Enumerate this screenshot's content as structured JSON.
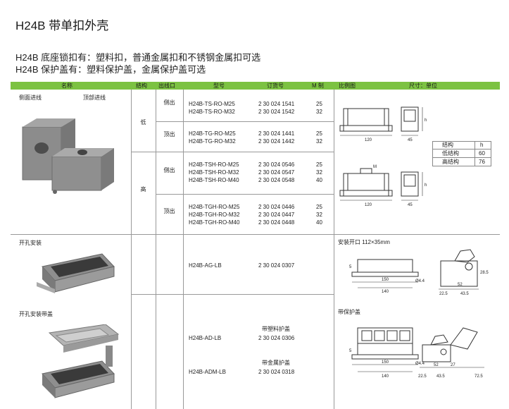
{
  "title": "H24B 带单扣外壳",
  "subtitle1": "H24B 底座锁扣有：塑料扣，普通金属扣和不锈钢金属扣可选",
  "subtitle2": "H24B 保护盖有：塑料保护盖，金属保护盖可选",
  "header": {
    "name": "名称",
    "structure": "结构",
    "outlet": "出线口",
    "model": "型号",
    "order": "订货号",
    "mthread": "M 制",
    "drawing": "比例图",
    "size": "尺寸：单位"
  },
  "row1": {
    "side_entry": "侧面进线",
    "top_entry": "顶部进线",
    "low": "低",
    "high": "高",
    "side": "侧出",
    "top": "顶出",
    "groups": [
      {
        "models": [
          "H24B-TS-RO-M25",
          "H24B-TS-RO-M32"
        ],
        "orders": [
          "2 30 024 1541",
          "2 30 024 1542"
        ],
        "m": [
          "25",
          "32"
        ]
      },
      {
        "models": [
          "H24B-TG-RO-M25",
          "H24B-TG-RO-M32"
        ],
        "orders": [
          "2 30 024 1441",
          "2 30 024 1442"
        ],
        "m": [
          "25",
          "32"
        ]
      },
      {
        "models": [
          "H24B-TSH-RO-M25",
          "H24B-TSH-RO-M32",
          "H24B-TSH-RO-M40"
        ],
        "orders": [
          "2 30 024 0546",
          "2 30 024 0547",
          "2 30 024 0548"
        ],
        "m": [
          "25",
          "32",
          "40"
        ]
      },
      {
        "models": [
          "H24B-TGH-RO-M25",
          "H24B-TGH-RO-M32",
          "H24B-TGH-RO-M40"
        ],
        "orders": [
          "2 30 024 0446",
          "2 30 024 0447",
          "2 30 024 0448"
        ],
        "m": [
          "25",
          "32",
          "40"
        ]
      }
    ],
    "dims": {
      "d120": "120",
      "d45": "45",
      "dh": "h",
      "dm": "M"
    },
    "size_table": {
      "head": [
        "结构",
        "h"
      ],
      "rows": [
        [
          "低结构",
          "60"
        ],
        [
          "高结构",
          "76"
        ]
      ]
    }
  },
  "row2": {
    "name": "开孔安装",
    "model": "H24B-AG-LB",
    "order": "2 30 024 0307",
    "cutout": "安装开口 112×35mm",
    "dims": {
      "d150": "150",
      "d140": "140",
      "d44": "Ø4.4",
      "d5": "5",
      "d52": "52",
      "d225": "22.5",
      "d435": "43.5",
      "d285": "28.5"
    }
  },
  "row3": {
    "name": "开孔安装带盖",
    "model_a": "H24B-AD-LB",
    "label_a": "带塑料护盖",
    "order_a": "2 30 024 0306",
    "model_b": "H24B-ADM-LB",
    "label_b": "带金属护盖",
    "order_b": "2 30 024 0318",
    "cover": "带保护盖",
    "dims": {
      "d150": "150",
      "d140": "140",
      "d44": "Ø4.4",
      "d5": "5",
      "d52": "52",
      "d27": "27",
      "d225": "22.5",
      "d435": "43.5",
      "d725": "72.5"
    }
  }
}
